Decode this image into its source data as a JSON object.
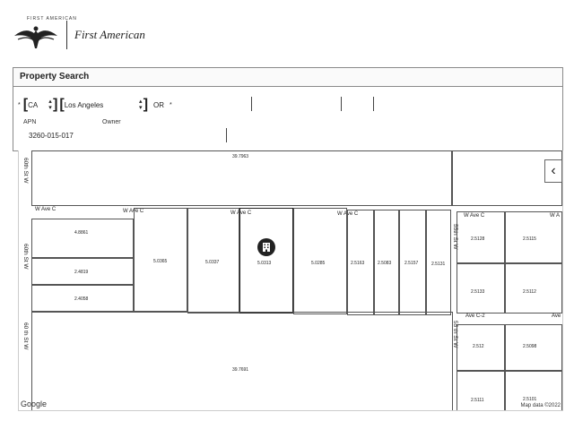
{
  "header": {
    "arc_text": "FIRST AMERICAN",
    "brand": "First American"
  },
  "search": {
    "title": "Property Search",
    "state_value": "CA",
    "county_value": "Los Angeles",
    "or_label": "OR",
    "apn_label": "APN",
    "owner_label": "Owner",
    "apn_value": "3260-015-017"
  },
  "map": {
    "streets": {
      "w_ave_c": "W Ave C",
      "w_ave_c2": "Ave C-2",
      "ave": "Ave",
      "wa": "W A",
      "st60": "60th St W",
      "st60b": "60 th St W",
      "st55": "55th St W",
      "st55b": "55 th St W"
    },
    "parcels": {
      "p1": "39.7963",
      "p2": "4.8861",
      "p3": "2.4819",
      "p4": "2.4058",
      "p5": "5.0365",
      "p6": "5.0337",
      "p7": "5.0313",
      "p8": "5.0285",
      "p9": "2.5163",
      "p10": "2.5083",
      "p11": "2.5157",
      "p12": "2.5131",
      "p13": "39.7691",
      "p14": "2.5128",
      "p15": "2.5115",
      "p16": "2.5133",
      "p17": "2.5112",
      "p18": "2.512",
      "p19": "2.5098",
      "p20": "2.5111",
      "p21": "2.5101"
    },
    "attribution_google": "Google",
    "attribution_data": "Map data ©2022"
  }
}
